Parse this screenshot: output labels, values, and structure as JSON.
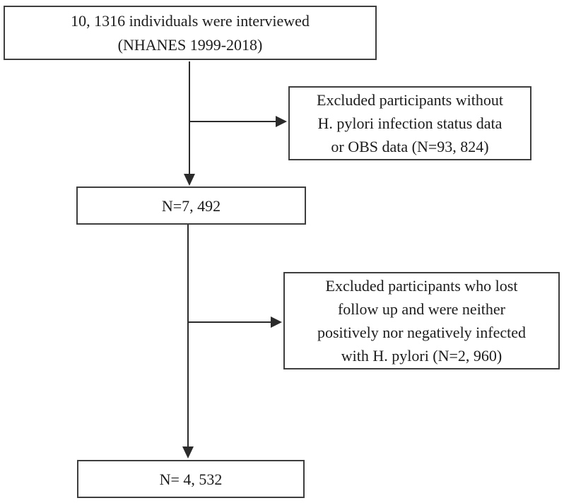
{
  "diagram": {
    "type": "flowchart",
    "colors": {
      "background": "#ffffff",
      "box_border": "#3e3e3e",
      "text": "#1c1c1c",
      "arrow": "#2b2b2b"
    },
    "nodes": {
      "interviewed": {
        "lines": [
          "10, 1316 individuals were interviewed",
          "(NHANES 1999-2018)"
        ]
      },
      "excluded_no_data": {
        "lines": [
          "Excluded participants without",
          "H. pylori infection status data",
          "or OBS data (N=93, 824)"
        ]
      },
      "n_after_first_exclusion": {
        "lines": [
          "N=7, 492"
        ]
      },
      "excluded_lost_followup": {
        "lines": [
          "Excluded participants who lost",
          "follow up and were neither",
          "positively nor negatively infected",
          "with H. pylori (N=2, 960)"
        ]
      },
      "final_n": {
        "lines": [
          "N= 4, 532"
        ]
      }
    },
    "edges": [
      {
        "from": "interviewed",
        "to": "n_after_first_exclusion",
        "style": "arrow-down"
      },
      {
        "from": "interviewed",
        "to": "excluded_no_data",
        "style": "arrow-right-branch"
      },
      {
        "from": "n_after_first_exclusion",
        "to": "final_n",
        "style": "arrow-down"
      },
      {
        "from": "n_after_first_exclusion",
        "to": "excluded_lost_followup",
        "style": "arrow-right-branch"
      }
    ]
  }
}
